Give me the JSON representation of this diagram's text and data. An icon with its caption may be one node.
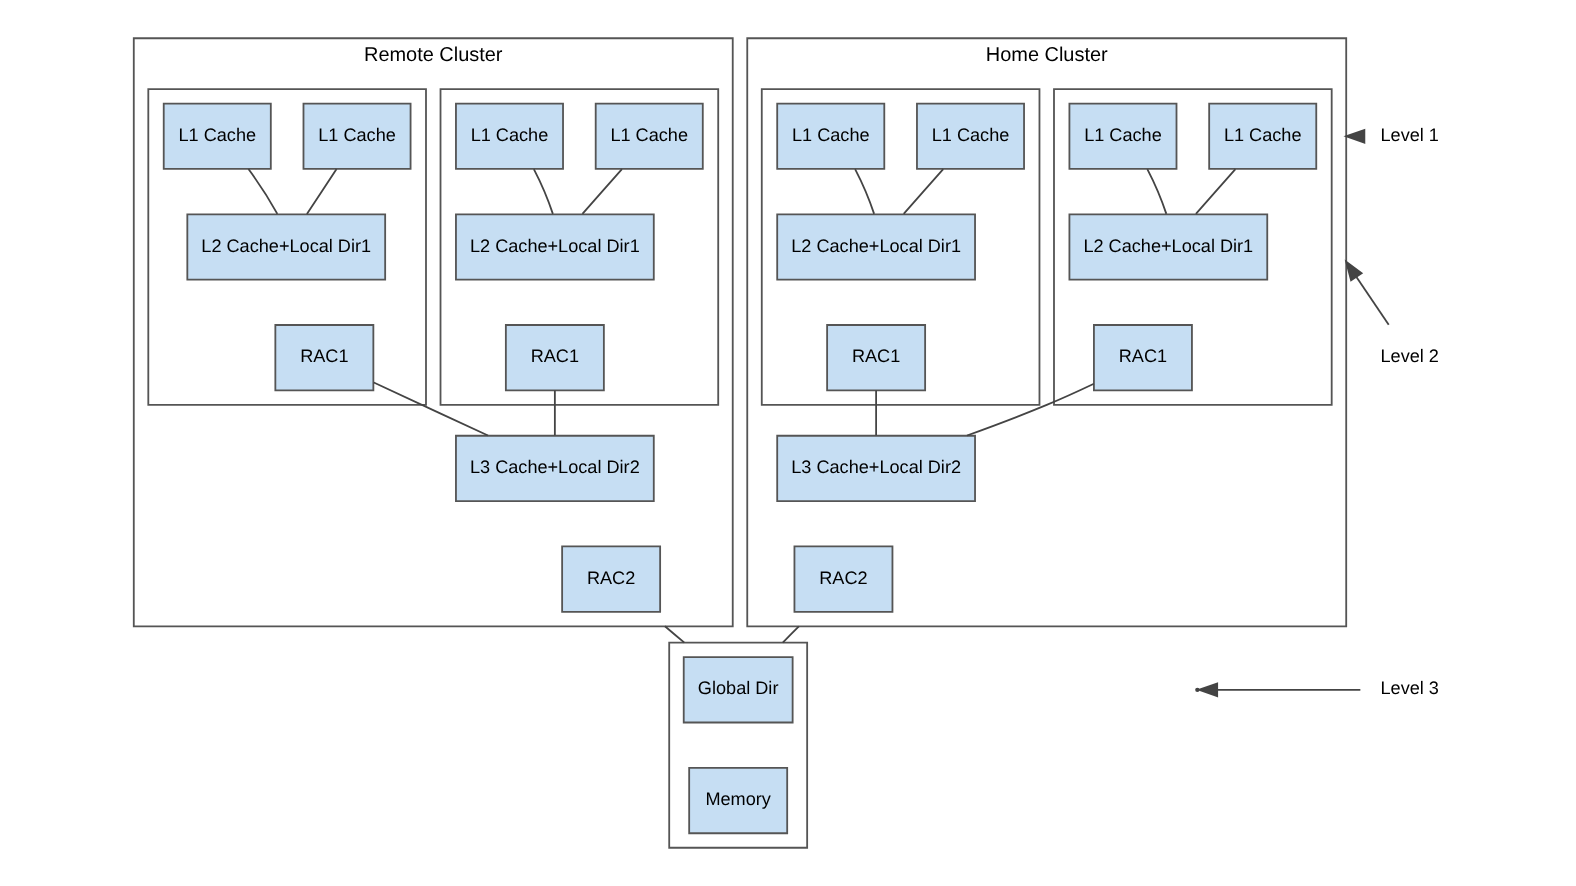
{
  "diagram": {
    "nodes": [
      {
        "text": [
          "Remote Cluster"
        ]
      },
      {
        "text": [],
        "shape": "box",
        "in": 0
      },
      {
        "text": [
          "L1 Cache"
        ],
        "in": 1
      },
      {
        "text": [
          "L1 Cache"
        ],
        "in": 1
      },
      {
        "text": [
          "L2 Cache+Local Dir1"
        ],
        "in": 1
      },
      {
        "text": [
          "RAC1"
        ],
        "in": 1
      },
      {
        "text": [],
        "shape": "box",
        "in": 0
      },
      {
        "text": [
          "L1 Cache"
        ],
        "in": 6
      },
      {
        "text": [
          "L1 Cache"
        ],
        "in": 6
      },
      {
        "text": [
          "L2 Cache+Local Dir1"
        ],
        "in": 6
      },
      {
        "text": [
          "RAC1"
        ],
        "in": 6
      },
      {
        "text": [
          "L3 Cache+Local Dir2"
        ],
        "in": 0
      },
      {
        "text": [
          "RAC2"
        ],
        "in": 0
      },
      {
        "text": [
          "Home Cluster"
        ]
      },
      {
        "text": [],
        "shape": "box",
        "in": 13
      },
      {
        "text": [
          "L1 Cache"
        ],
        "in": 14
      },
      {
        "text": [
          "L1 Cache"
        ],
        "in": 14
      },
      {
        "text": [
          "L2 Cache+Local Dir1"
        ],
        "in": 14
      },
      {
        "text": [
          "RAC1"
        ],
        "in": 14
      },
      {
        "text": [],
        "shape": "box",
        "in": 13
      },
      {
        "text": [
          "L1 Cache"
        ],
        "in": 19
      },
      {
        "text": [
          "L1 Cache"
        ],
        "in": 19
      },
      {
        "text": [
          "L2 Cache+Local Dir1"
        ],
        "in": 19
      },
      {
        "text": [
          "RAC1"
        ],
        "in": 19
      },
      {
        "text": [
          "L3 Cache+Local Dir2"
        ],
        "in": 13
      },
      {
        "text": [
          "RAC2"
        ],
        "in": 13
      },
      {
        "text": [],
        "shape": "box"
      },
      {
        "text": [
          "Global Dir"
        ],
        "in": 26
      },
      {
        "text": [
          "Memory"
        ],
        "in": 26
      },
      {
        "text": [
          "Level 1"
        ]
      },
      {
        "text": [
          "Level 2"
        ]
      },
      {
        "text": [
          "Level 3"
        ]
      }
    ],
    "edges": [
      {
        "from": 2,
        "to": 4,
        "arrow": "none"
      },
      {
        "from": 3,
        "to": 4,
        "arrow": "none"
      },
      {
        "from": 7,
        "to": 9,
        "arrow": "none"
      },
      {
        "from": 8,
        "to": 9,
        "arrow": "none"
      },
      {
        "from": 5,
        "to": 11,
        "arrow": "none"
      },
      {
        "from": 10,
        "to": 11,
        "arrow": "none"
      },
      {
        "from": 15,
        "to": 17,
        "arrow": "none"
      },
      {
        "from": 16,
        "to": 17,
        "arrow": "none"
      },
      {
        "from": 20,
        "to": 22,
        "arrow": "none"
      },
      {
        "from": 21,
        "to": 22,
        "arrow": "none"
      },
      {
        "from": 18,
        "to": 24,
        "arrow": "none"
      },
      {
        "from": 23,
        "to": 24,
        "arrow": "none"
      },
      {
        "from": 0,
        "to": 26,
        "arrow": "none"
      },
      {
        "from": 13,
        "to": 26,
        "arrow": "none"
      },
      {
        "from": 29,
        "to": 13,
        "arrow": "to"
      },
      {
        "from": 30,
        "to": 13,
        "arrow": "to"
      },
      {
        "from": 31,
        "to": null,
        "arrow": "to"
      }
    ]
  }
}
